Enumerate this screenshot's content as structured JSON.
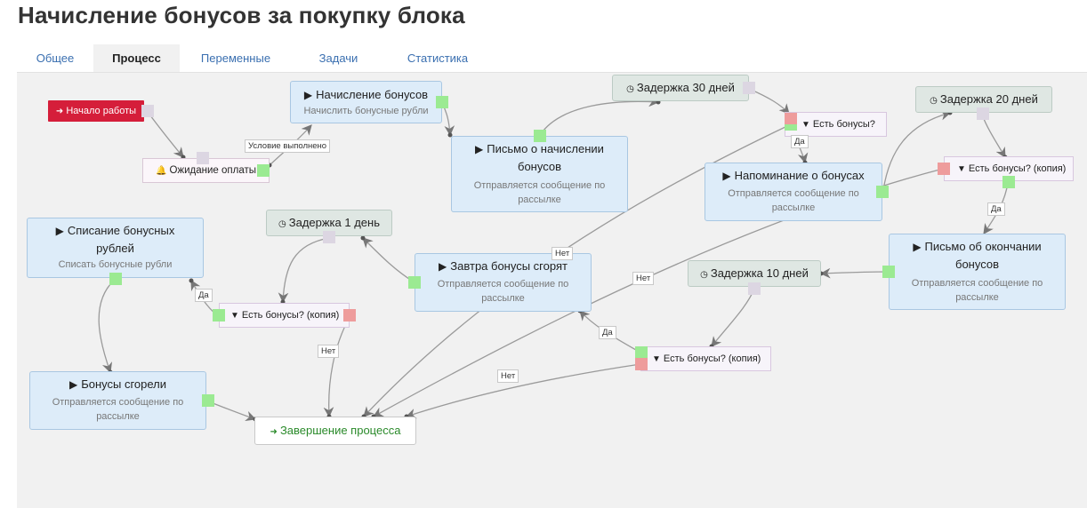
{
  "page": {
    "title": "Начисление бонусов за покупку блока"
  },
  "tabs": [
    {
      "label": "Общее",
      "active": false
    },
    {
      "label": "Процесс",
      "active": true
    },
    {
      "label": "Переменные",
      "active": false
    },
    {
      "label": "Задачи",
      "active": false
    },
    {
      "label": "Статистика",
      "active": false
    }
  ],
  "icons": {
    "play": "▶",
    "clock": "◷",
    "filter": "▼",
    "bell": "🔔",
    "login": "➜",
    "logout": "➜"
  },
  "colors": {
    "start_bg": "#d51e3a",
    "action_bg": "#ddecf9",
    "delay_bg": "#dfe7e3",
    "port_true": "#9bea92",
    "port_false": "#ee9c9c",
    "port_in": "#dcd6e2",
    "end_text": "#2a8a2a"
  },
  "nodes": {
    "start": {
      "label": "Начало работы"
    },
    "wait_payment": {
      "label": "Ожидание оплаты"
    },
    "accrue": {
      "title": "Начисление бонусов",
      "subtitle": "Начислить бонусные рубли"
    },
    "letter_accrual": {
      "title": "Письмо о начислении бонусов",
      "subtitle": "Отправляется сообщение по рассылке"
    },
    "delay30": {
      "label": "Задержка 30 дней"
    },
    "has_bonus_1": {
      "label": "Есть бонусы?"
    },
    "reminder": {
      "title": "Напоминание о бонусах",
      "subtitle": "Отправляется сообщение по рассылке"
    },
    "delay20": {
      "label": "Задержка 20 дней"
    },
    "has_bonus_copy_1": {
      "label": "Есть бонусы? (копия)"
    },
    "letter_end": {
      "title": "Письмо об окончании бонусов",
      "subtitle": "Отправляется сообщение по рассылке"
    },
    "writeoff": {
      "title": "Списание бонусных рублей",
      "subtitle": "Списать бонусные рубли"
    },
    "delay1": {
      "label": "Задержка 1 день"
    },
    "has_bonus_copy_2": {
      "label": "Есть бонусы? (копия)"
    },
    "tomorrow": {
      "title": "Завтра бонусы сгорят",
      "subtitle": "Отправляется сообщение по рассылке"
    },
    "delay10": {
      "label": "Задержка 10 дней"
    },
    "has_bonus_copy_3": {
      "label": "Есть бонусы? (копия)"
    },
    "burned": {
      "title": "Бонусы сгорели",
      "subtitle": "Отправляется сообщение по рассылке"
    },
    "end": {
      "label": "Завершение процесса"
    }
  },
  "edge_labels": {
    "condition_met": "Условие выполнено",
    "yes": "Да",
    "no": "Нет"
  }
}
